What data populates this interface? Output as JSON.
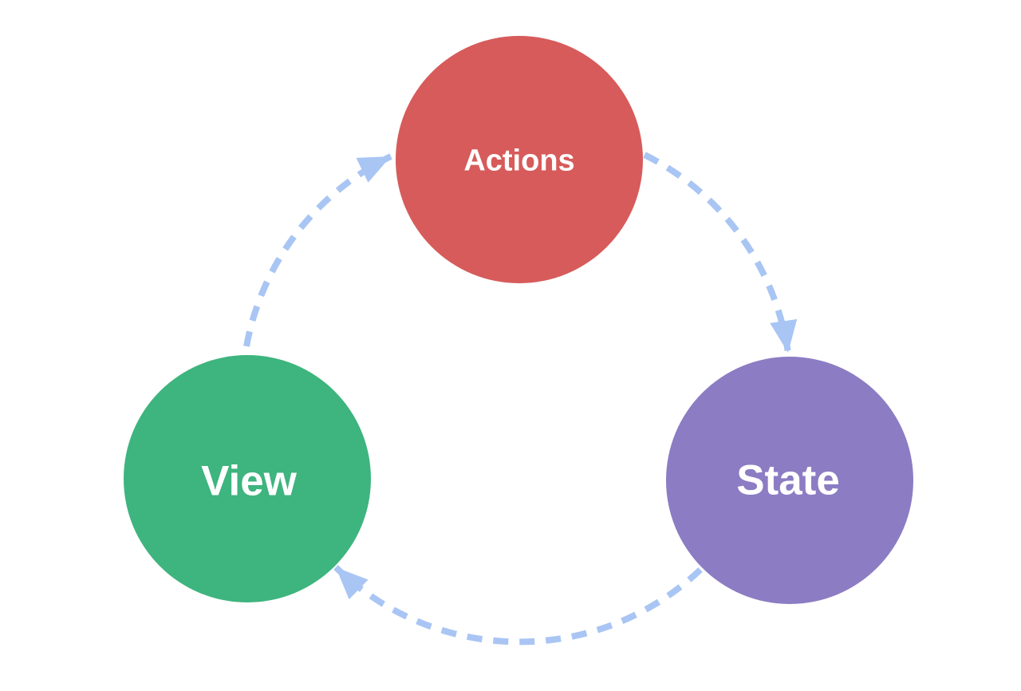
{
  "diagram": {
    "background_color": "#ffffff",
    "arrow_color": "#A9C5F4",
    "nodes": [
      {
        "id": "actions",
        "label": "Actions",
        "color": "#D75B5B",
        "text_color": "#FFFFFF"
      },
      {
        "id": "state",
        "label": "State",
        "color": "#8C7CC3",
        "text_color": "#FFFFFF"
      },
      {
        "id": "view",
        "label": "View",
        "color": "#3EB47E",
        "text_color": "#FFFFFF"
      }
    ],
    "edges": [
      {
        "from": "view",
        "to": "actions"
      },
      {
        "from": "actions",
        "to": "state"
      },
      {
        "from": "state",
        "to": "view"
      }
    ]
  }
}
